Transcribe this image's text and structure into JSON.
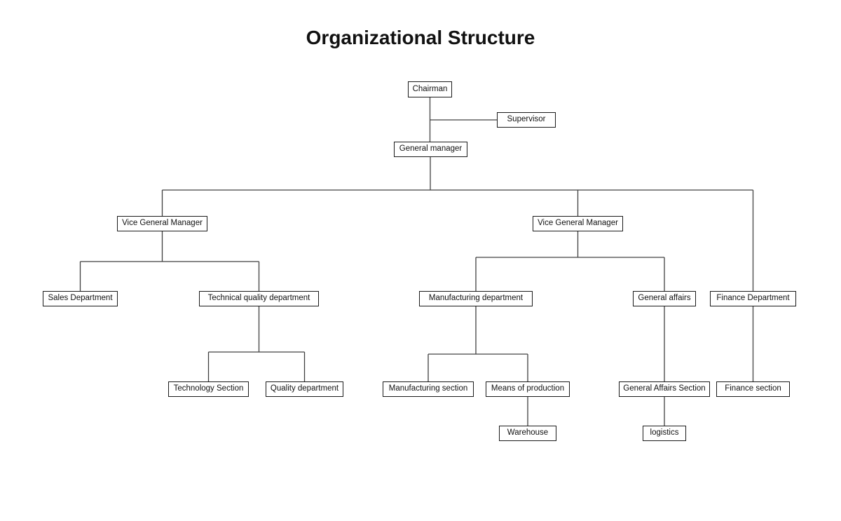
{
  "title": "Organizational Structure",
  "nodes": {
    "chairman": {
      "label": "Chairman"
    },
    "supervisor": {
      "label": "Supervisor"
    },
    "general_manager": {
      "label": "General manager"
    },
    "vgm_left": {
      "label": "Vice General Manager"
    },
    "vgm_right": {
      "label": "Vice General Manager"
    },
    "sales_department": {
      "label": "Sales Department"
    },
    "technical_quality_department": {
      "label": "Technical quality department"
    },
    "manufacturing_department": {
      "label": "Manufacturing department"
    },
    "general_affairs": {
      "label": "General affairs"
    },
    "finance_department": {
      "label": "Finance Department"
    },
    "technology_section": {
      "label": "Technology Section"
    },
    "quality_department": {
      "label": "Quality department"
    },
    "manufacturing_section": {
      "label": "Manufacturing section"
    },
    "means_of_production": {
      "label": "Means of production"
    },
    "general_affairs_section": {
      "label": "General Affairs Section"
    },
    "finance_section": {
      "label": "Finance section"
    },
    "warehouse": {
      "label": "Warehouse"
    },
    "logistics": {
      "label": "logistics"
    }
  },
  "hierarchy": {
    "chairman": [
      "supervisor",
      "general_manager"
    ],
    "general_manager": [
      "vgm_left",
      "vgm_right",
      "finance_department"
    ],
    "vgm_left": [
      "sales_department",
      "technical_quality_department"
    ],
    "technical_quality_department": [
      "technology_section",
      "quality_department"
    ],
    "vgm_right": [
      "manufacturing_department",
      "general_affairs"
    ],
    "manufacturing_department": [
      "manufacturing_section",
      "means_of_production"
    ],
    "means_of_production": [
      "warehouse"
    ],
    "general_affairs": [
      "general_affairs_section"
    ],
    "general_affairs_section": [
      "logistics"
    ],
    "finance_department": [
      "finance_section"
    ]
  },
  "colors": {
    "background": "#ffffff",
    "line": "#404040",
    "box_border": "#1a1a1a",
    "box_fill": "#ffffff",
    "text": "#111111"
  }
}
